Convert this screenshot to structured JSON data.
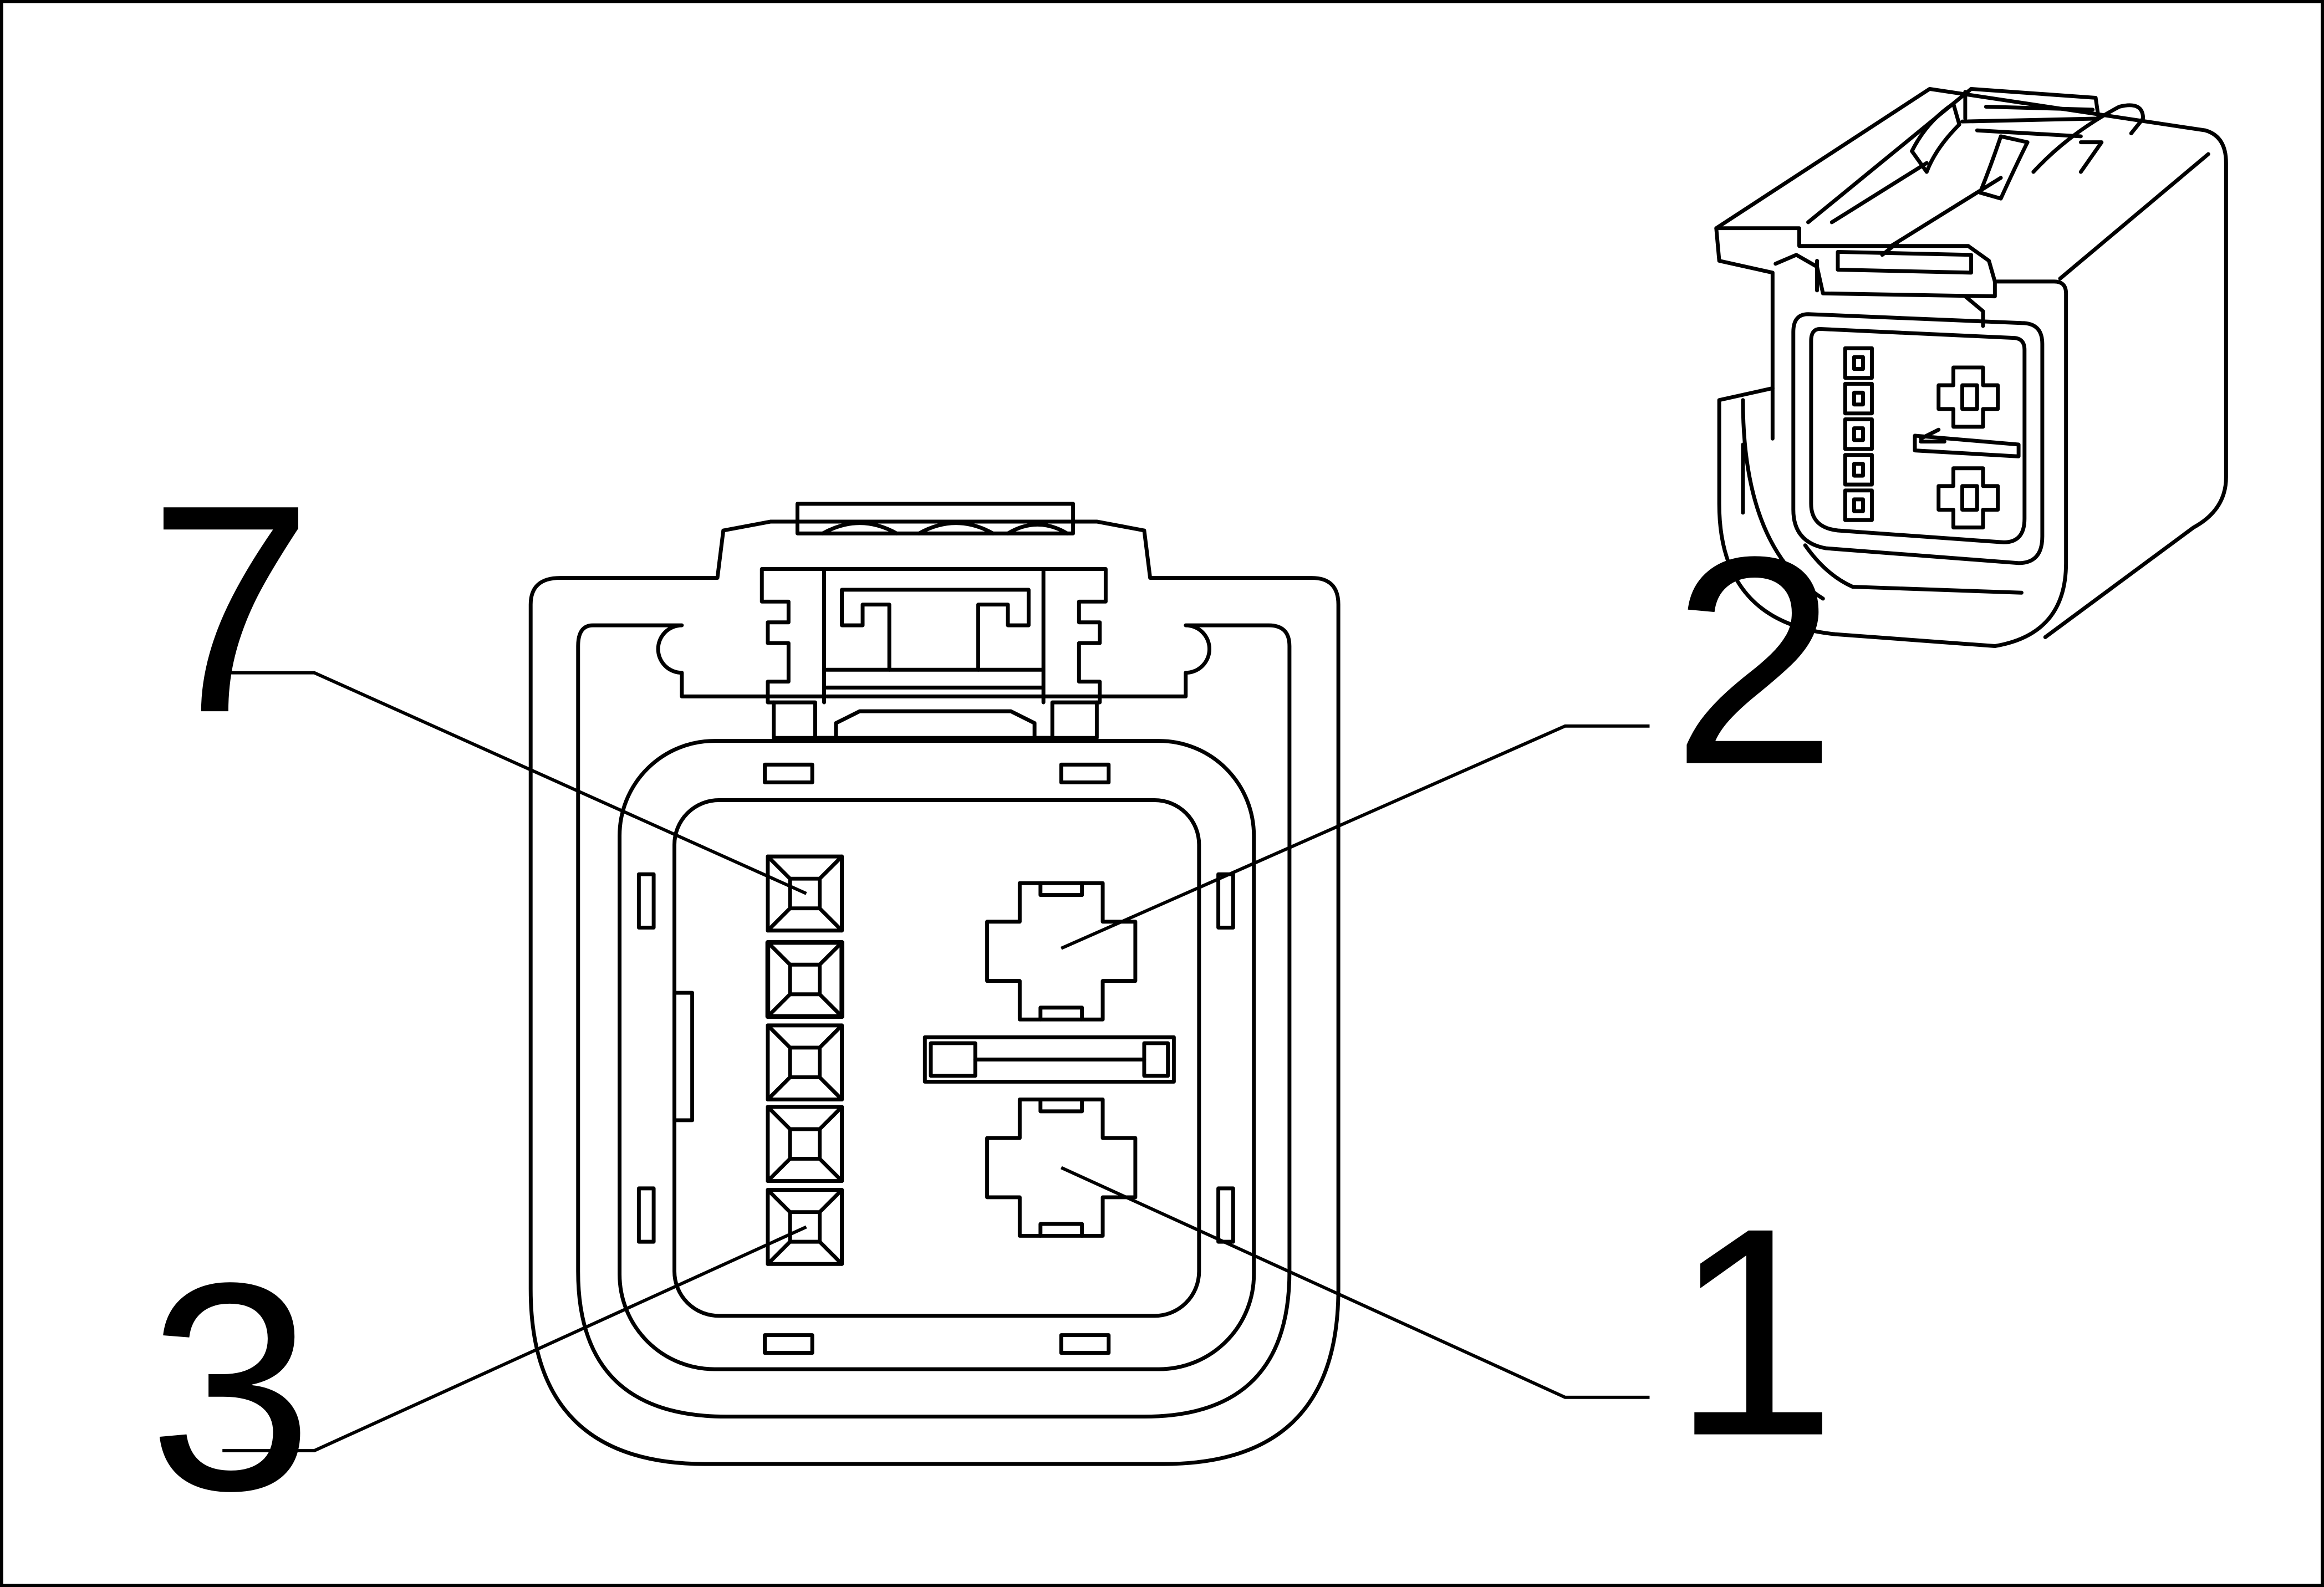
{
  "callouts": [
    {
      "id": "7",
      "label": "7"
    },
    {
      "id": "2",
      "label": "2"
    },
    {
      "id": "3",
      "label": "3"
    },
    {
      "id": "1",
      "label": "1"
    }
  ],
  "colors": {
    "line": "#000000",
    "background": "#ffffff"
  }
}
